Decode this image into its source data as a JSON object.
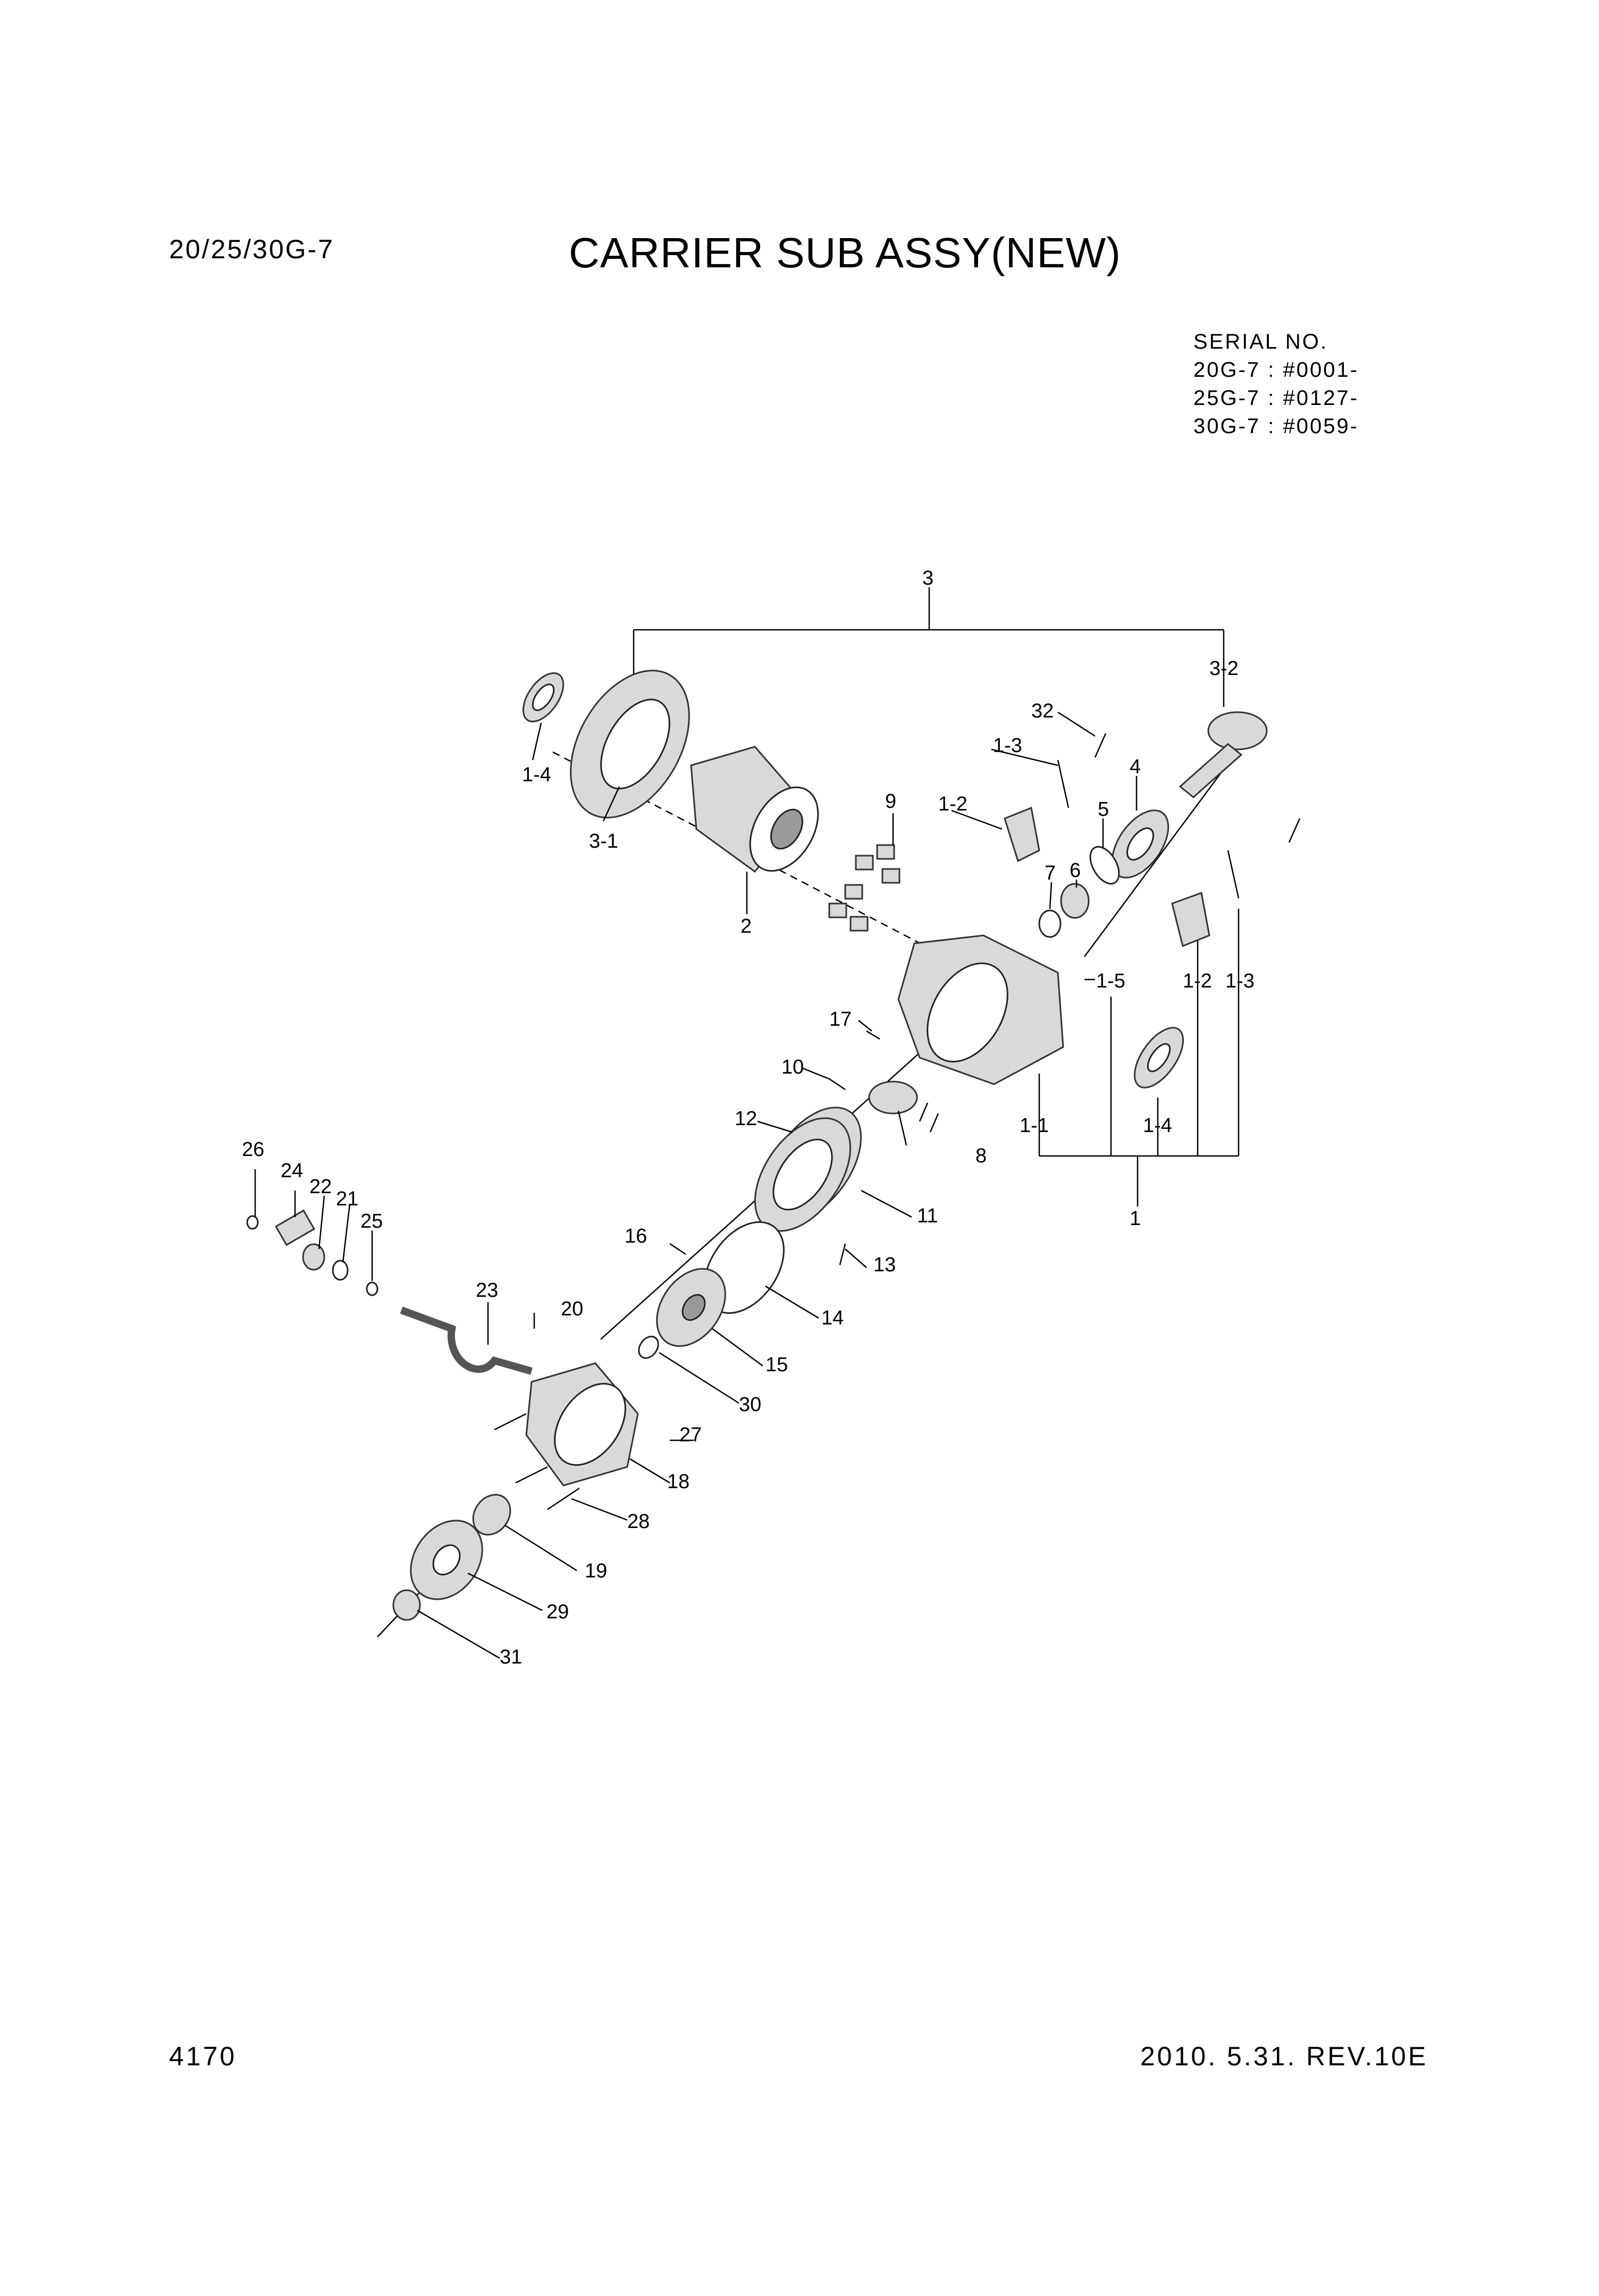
{
  "header": {
    "model": "20/25/30G-7",
    "title": "CARRIER SUB ASSY(NEW)"
  },
  "serial": {
    "heading": "SERIAL NO.",
    "lines": [
      "20G-7 : #0001-",
      "25G-7 : #0127-",
      "30G-7 : #0059-"
    ]
  },
  "callouts": [
    "3",
    "3-2",
    "32",
    "1-3",
    "1-4",
    "3-1",
    "9",
    "1-2",
    "4",
    "5",
    "6",
    "7",
    "2",
    "1-5",
    "1-2",
    "1-3",
    "17",
    "10",
    "12",
    "1-1",
    "1-4",
    "8",
    "11",
    "1",
    "26",
    "24",
    "22",
    "21",
    "25",
    "16",
    "13",
    "14",
    "23",
    "20",
    "15",
    "30",
    "27",
    "18",
    "28",
    "19",
    "29",
    "31"
  ],
  "footer": {
    "page_number": "4170",
    "date_rev": "2010. 5.31.  REV.10E"
  }
}
